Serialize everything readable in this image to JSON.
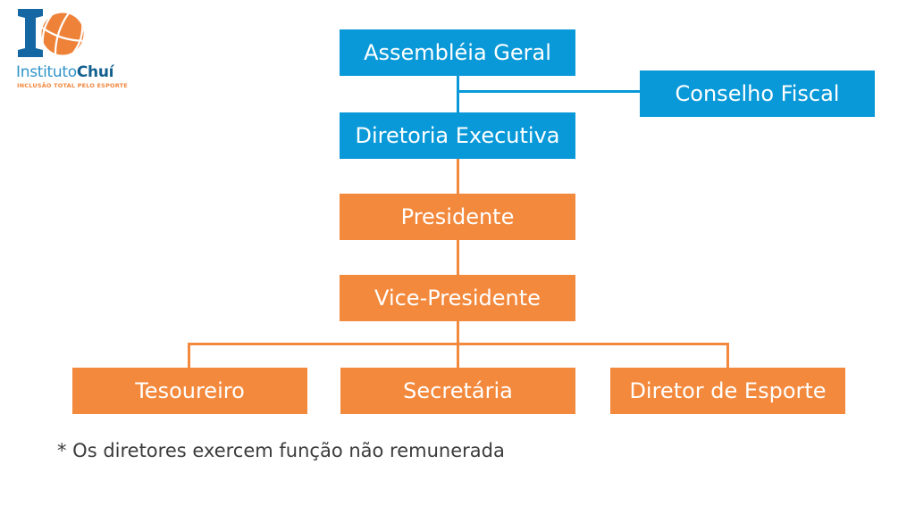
{
  "colors": {
    "blue": "#0999D8",
    "orange": "#F3893D",
    "logo_dark_blue": "#1467A3",
    "logo_medium_blue": "#3094C8",
    "logo_text_dark": "#14608F",
    "tagline_orange": "#F0873E",
    "footnote_text": "#3C3C3C"
  },
  "logo": {
    "name_part1": "Instituto",
    "name_part2": "Chuí",
    "tagline": "INCLUSÃO TOTAL PELO ESPORTE"
  },
  "org_chart": {
    "nodes": {
      "assembleia": {
        "label": "Assembléia Geral",
        "color_group": "blue",
        "level": 1
      },
      "conselho": {
        "label": "Conselho Fiscal",
        "color_group": "blue",
        "level": 1
      },
      "diretoria": {
        "label": "Diretoria Executiva",
        "color_group": "blue",
        "level": 2
      },
      "presidente": {
        "label": "Presidente",
        "color_group": "orange",
        "level": 3
      },
      "vice": {
        "label": "Vice-Presidente",
        "color_group": "orange",
        "level": 4
      },
      "tesoureiro": {
        "label": "Tesoureiro",
        "color_group": "orange",
        "level": 5
      },
      "secretaria": {
        "label": "Secretária",
        "color_group": "orange",
        "level": 5
      },
      "diretor": {
        "label": "Diretor de Esporte",
        "color_group": "orange",
        "level": 5
      }
    },
    "footnote": "* Os diretores exercem função não remunerada"
  }
}
